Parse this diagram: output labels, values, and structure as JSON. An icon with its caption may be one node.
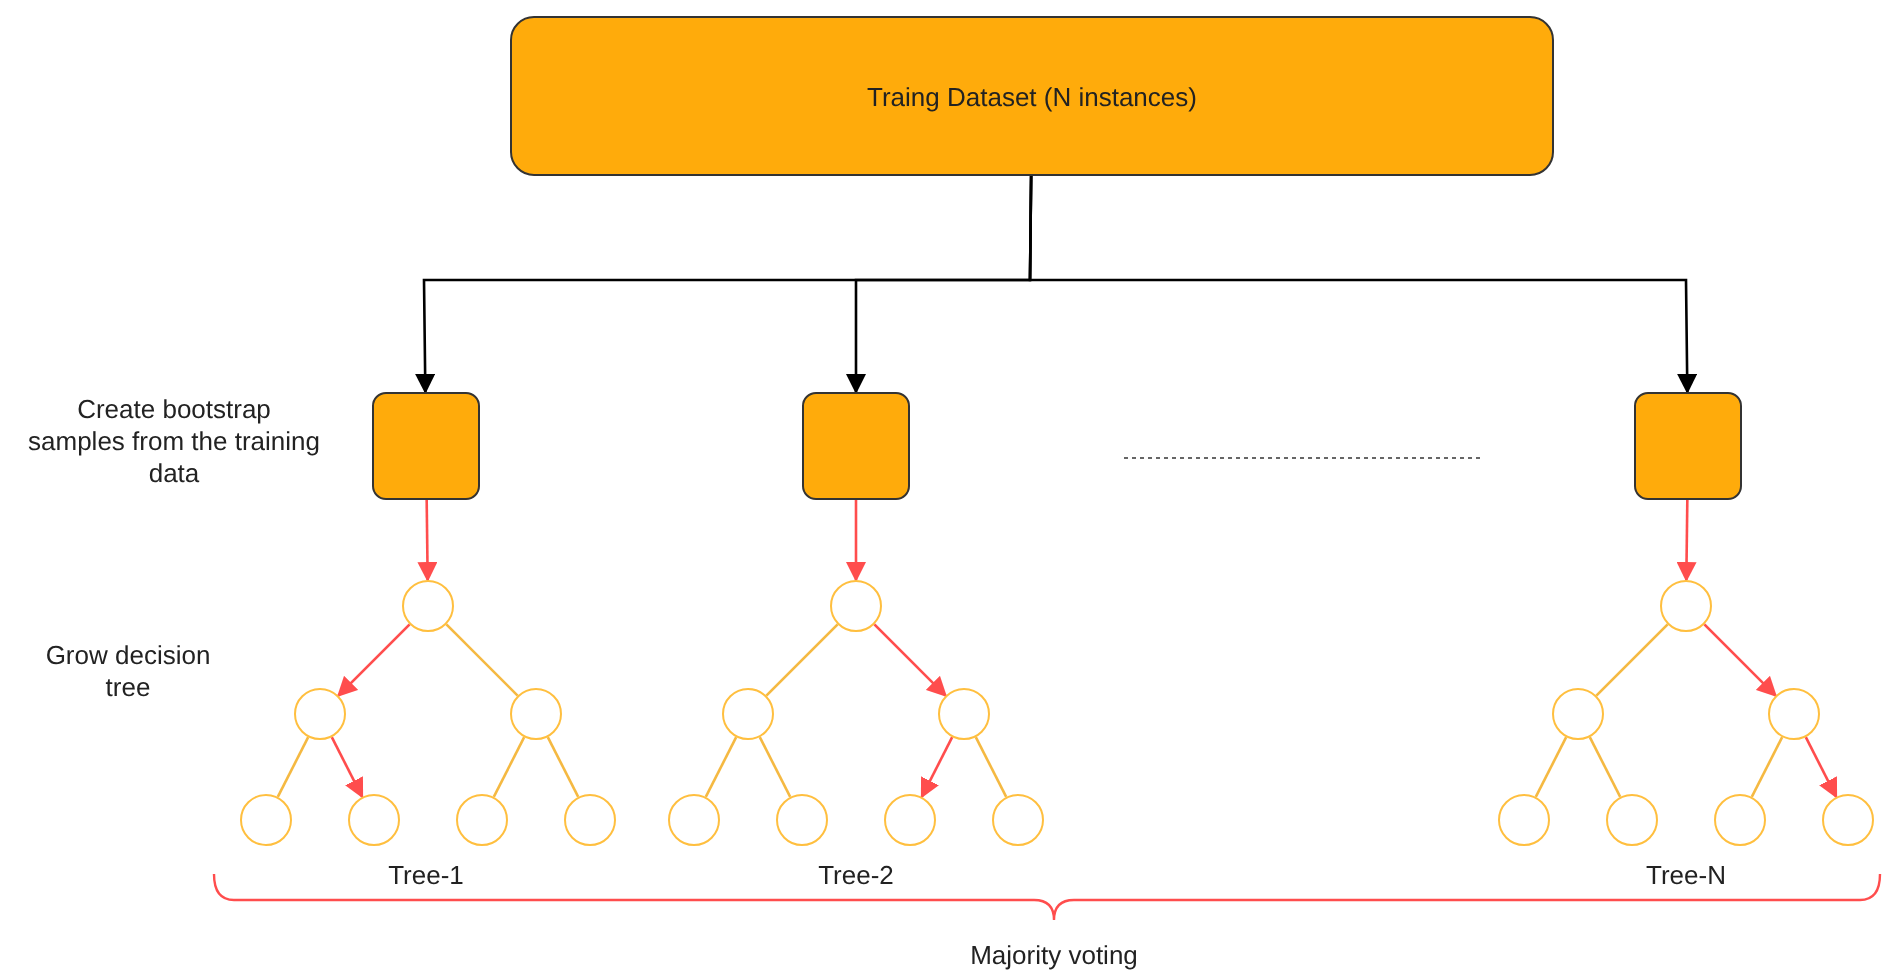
{
  "diagram": {
    "nodes": [
      {
        "text": [
          "Traing Dataset (N instances)"
        ]
      },
      {
        "text": [],
        "shape": "box"
      },
      {
        "text": [],
        "shape": "box"
      },
      {
        "text": [],
        "shape": "box"
      },
      {
        "text": [],
        "shape": "circle"
      },
      {
        "text": [],
        "shape": "circle"
      },
      {
        "text": [],
        "shape": "circle"
      },
      {
        "text": [],
        "shape": "circle"
      },
      {
        "text": [],
        "shape": "circle"
      },
      {
        "text": [],
        "shape": "circle"
      },
      {
        "text": [],
        "shape": "circle"
      },
      {
        "text": [],
        "shape": "circle"
      },
      {
        "text": [],
        "shape": "circle"
      },
      {
        "text": [],
        "shape": "circle"
      },
      {
        "text": [],
        "shape": "circle"
      },
      {
        "text": [],
        "shape": "circle"
      },
      {
        "text": [],
        "shape": "circle"
      },
      {
        "text": [],
        "shape": "circle"
      },
      {
        "text": [],
        "shape": "circle"
      },
      {
        "text": [],
        "shape": "circle"
      },
      {
        "text": [],
        "shape": "circle"
      },
      {
        "text": [],
        "shape": "circle"
      },
      {
        "text": [],
        "shape": "circle"
      },
      {
        "text": [],
        "shape": "circle"
      },
      {
        "text": [],
        "shape": "circle"
      }
    ],
    "edges": [
      {
        "from": 0,
        "to": 1,
        "arrow": "to",
        "color": "#000000"
      },
      {
        "from": 0,
        "to": 2,
        "arrow": "to",
        "color": "#000000"
      },
      {
        "from": 0,
        "to": 3,
        "arrow": "to",
        "color": "#000000"
      },
      {
        "from": 1,
        "to": 4,
        "arrow": "to",
        "color": "#ff4d4d"
      },
      {
        "from": 2,
        "to": 11,
        "arrow": "to",
        "color": "#ff4d4d"
      },
      {
        "from": 3,
        "to": 18,
        "arrow": "to",
        "color": "#ff4d4d"
      },
      {
        "from": 4,
        "to": 5,
        "arrow": "to",
        "color": "#ff4d4d"
      },
      {
        "from": 4,
        "to": 6,
        "arrow": "none"
      },
      {
        "from": 5,
        "to": 7,
        "arrow": "none"
      },
      {
        "from": 5,
        "to": 8,
        "arrow": "to",
        "color": "#ff4d4d"
      },
      {
        "from": 6,
        "to": 9,
        "arrow": "none"
      },
      {
        "from": 6,
        "to": 10,
        "arrow": "none"
      },
      {
        "from": 11,
        "to": 12,
        "arrow": "none"
      },
      {
        "from": 11,
        "to": 13,
        "arrow": "to",
        "color": "#ff4d4d"
      },
      {
        "from": 12,
        "to": 14,
        "arrow": "none"
      },
      {
        "from": 12,
        "to": 15,
        "arrow": "none"
      },
      {
        "from": 13,
        "to": 16,
        "arrow": "to",
        "color": "#ff4d4d"
      },
      {
        "from": 13,
        "to": 17,
        "arrow": "none"
      },
      {
        "from": 18,
        "to": 19,
        "arrow": "none"
      },
      {
        "from": 18,
        "to": 20,
        "arrow": "to",
        "color": "#ff4d4d"
      },
      {
        "from": 19,
        "to": 21,
        "arrow": "none"
      },
      {
        "from": 19,
        "to": 22,
        "arrow": "none"
      },
      {
        "from": 20,
        "to": 23,
        "arrow": "none"
      },
      {
        "from": 20,
        "to": 24,
        "arrow": "to",
        "color": "#ff4d4d"
      }
    ],
    "labels": [
      "Create bootstrap samples from the training data",
      "Grow decision tree",
      "Tree-1",
      "Tree-2",
      "Tree-N",
      "Majority voting"
    ]
  }
}
